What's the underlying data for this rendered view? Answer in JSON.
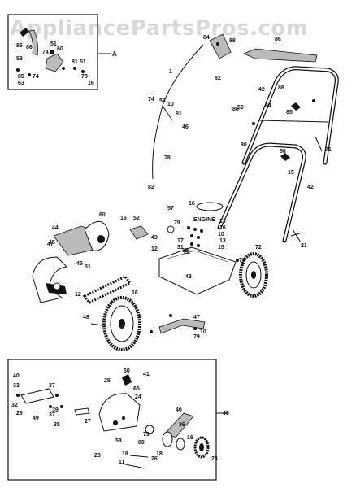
{
  "watermark": "AppliancePartsPros.com",
  "inset_top": {
    "letter": "A",
    "labels": [
      "86",
      "58",
      "74",
      "51",
      "81",
      "51",
      "85",
      "74",
      "60",
      "78",
      "63",
      "86",
      "16"
    ]
  },
  "handle": {
    "labels": [
      "84",
      "1",
      "88",
      "82",
      "86",
      "74",
      "58",
      "10",
      "46",
      "81",
      "86",
      "53",
      "84",
      "85",
      "86",
      "80",
      "78",
      "42",
      "71",
      "42",
      "82",
      "58",
      "15"
    ]
  },
  "engine": {
    "label": "ENGINE",
    "labels": [
      "16",
      "57",
      "79",
      "13",
      "16",
      "10",
      "13",
      "17",
      "31",
      "22",
      "15",
      "76",
      "72",
      "43",
      "21",
      "44",
      "45",
      "16",
      "52",
      "60",
      "47",
      "12",
      "16",
      "43",
      "45",
      "15",
      "31",
      "47",
      "10",
      "12",
      "48",
      "79"
    ]
  },
  "inset_bottom": {
    "labels": [
      "50",
      "41",
      "37",
      "40",
      "33",
      "32",
      "39",
      "37",
      "26",
      "25",
      "65",
      "24",
      "49",
      "40",
      "36",
      "73",
      "27",
      "35",
      "80",
      "58",
      "18",
      "16",
      "11",
      "28",
      "18",
      "26",
      "45",
      "23"
    ]
  }
}
